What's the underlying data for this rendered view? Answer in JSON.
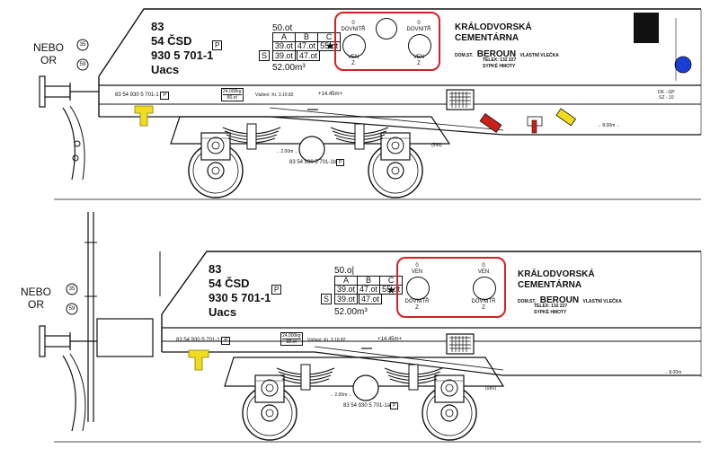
{
  "top": {
    "alt_marker": [
      "NEBO",
      "OR"
    ],
    "circle_marks": [
      "35",
      "59"
    ],
    "wagon_number_lines": [
      "83",
      "54 ČSD",
      "930 5 701-1",
      "Uacs"
    ],
    "p_mark": "P",
    "top_value": "50.ot",
    "speed_table": {
      "headers": [
        "A",
        "B",
        "C"
      ],
      "row1": [
        "39.ot",
        "47.ot",
        "55.ot"
      ],
      "s_label": "S",
      "row2": [
        "39.ot",
        "47.ot"
      ]
    },
    "star": "★",
    "volume": "52.00m³",
    "valves": {
      "left_top": "0\nDOVNITŘ",
      "left_bottom": "VEN\nZ",
      "right_top": "0\nDOVNITŘ",
      "right_bottom": "VEN\nZ"
    },
    "owner": {
      "name_line1": "KRÁLODVORSKÁ",
      "name_line2": "CEMENTÁRNA",
      "domst_prefix": "DOM.ST.",
      "domst_city": "BEROUN",
      "domst_suffix": "VLASTNÍ VLEČKA",
      "telex": "TELEX:   132   227",
      "cargo": "SYPKÉ   HMOTY"
    },
    "frame_number": "83 54 930 5 701-1",
    "weight_top": "24,000kg",
    "weight_bottom": "80.ot",
    "small_note": "Vážení: Kr. 3.10.82",
    "length_mark": "+14.45m+",
    "right_code": [
      "DK - GP",
      "SZ - 10"
    ],
    "dim_8m": "→ 8.00m ←",
    "dim_2m": "→ 2.00m ←",
    "axle_number": "83 54 930 5 701-1b",
    "bogie_code": "(599)"
  },
  "bottom": {
    "alt_marker": [
      "NEBO",
      "OR"
    ],
    "circle_marks": [
      "35",
      "59"
    ],
    "wagon_number_lines": [
      "83",
      "54 ČSD",
      "930 5 701-1",
      "Uacs"
    ],
    "p_mark": "P",
    "top_value": "50.o|",
    "speed_table": {
      "headers": [
        "A",
        "B",
        "C"
      ],
      "row1": [
        "39.ot",
        "47.ot",
        "55.ot"
      ],
      "s_label": "S",
      "row2": [
        "39.ot",
        "47.ot"
      ]
    },
    "star": "★",
    "volume": "52.00m³",
    "valves": {
      "left_top": "0\nVEN",
      "left_bottom": "DOVNITŘ\nZ",
      "right_top": "0\nVEN",
      "right_bottom": "DOVNITŘ\nZ"
    },
    "owner": {
      "name_line1": "KRÁLODVORSKÁ",
      "name_line2": "CEMENTÁRNA",
      "domst_prefix": "DOM.ST.",
      "domst_city": "BEROUN",
      "domst_suffix": "VLASTNÍ VLEČKA",
      "telex": "TELEX:   132   227",
      "cargo": "SYPKÉ   HMOTY"
    },
    "frame_number": "83 54 930 5 701-1",
    "weight_top": "24,000kg",
    "weight_bottom": "80.ot",
    "small_note": "Vážení: Kr. 3.10.82",
    "length_mark": "+14.45m+",
    "dim_8m": "→ 8.00m",
    "dim_2m": "→ 2.00m ←",
    "axle_number": "83 54 930 5 701-1a",
    "bogie_code": "(08V)"
  },
  "colors": {
    "highlight_box": "#d42020",
    "coupler": "#f2dc1e",
    "lamp": "#1a3fd6",
    "lever": "#c8201a",
    "ink": "#111111"
  }
}
